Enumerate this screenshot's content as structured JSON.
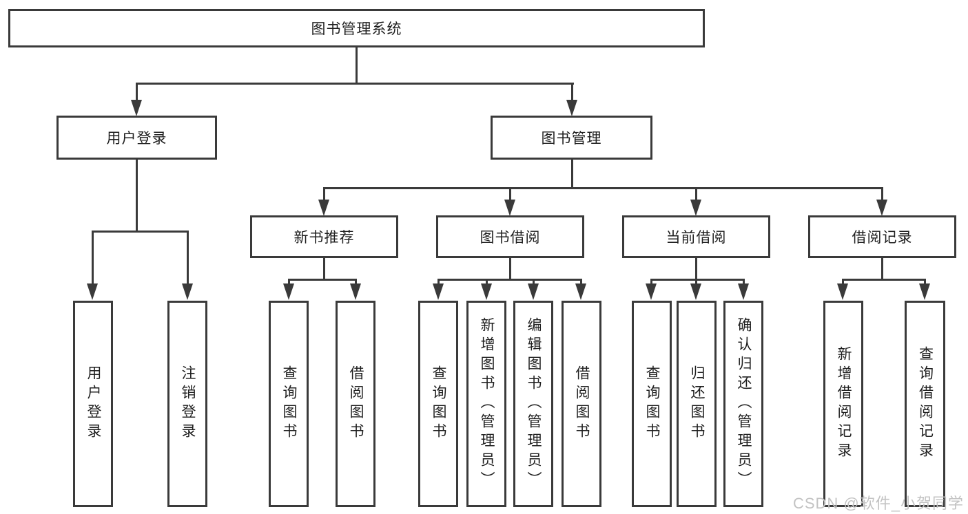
{
  "diagram": {
    "root": {
      "label": "图书管理系统"
    },
    "level2": {
      "user_login": {
        "label": "用户登录"
      },
      "book_mgmt": {
        "label": "图书管理"
      }
    },
    "level3": {
      "new_books": {
        "label": "新书推荐"
      },
      "borrowing": {
        "label": "图书借阅"
      },
      "current": {
        "label": "当前借阅"
      },
      "records": {
        "label": "借阅记录"
      }
    },
    "leaves": {
      "user_login": {
        "label": "用户登录"
      },
      "logout": {
        "label": "注销登录"
      },
      "nb_query_books": {
        "label": "查询图书"
      },
      "nb_borrow_books": {
        "label": "借阅图书"
      },
      "bw_query_books": {
        "label": "查询图书"
      },
      "bw_add_books": {
        "label": "新增图书（管理员）"
      },
      "bw_edit_books": {
        "label": "编辑图书（管理员）"
      },
      "bw_borrow_books": {
        "label": "借阅图书"
      },
      "cur_query_books": {
        "label": "查询图书"
      },
      "cur_return_books": {
        "label": "归还图书"
      },
      "cur_confirm_return": {
        "label": "确认归还（管理员）"
      },
      "rec_add_record": {
        "label": "新增借阅记录"
      },
      "rec_query_record": {
        "label": "查询借阅记录"
      }
    }
  },
  "watermark": {
    "text": "CSDN @软件_小贺同学"
  },
  "colors": {
    "line": "#3a3a3a",
    "text": "#1f1f1f",
    "watermark": "#c3c3c3",
    "background": "#ffffff"
  }
}
